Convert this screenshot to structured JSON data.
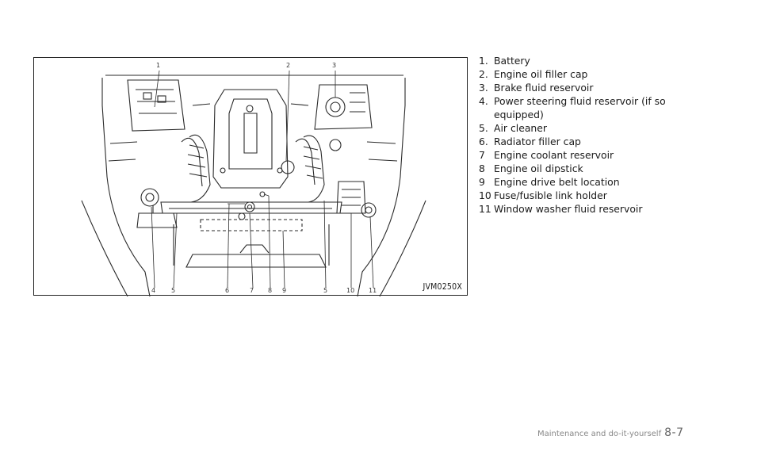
{
  "figure": {
    "code": "JVM0250X",
    "callouts_top": [
      "1",
      "2",
      "3"
    ],
    "callouts_bottom": [
      "4",
      "5",
      "6",
      "7",
      "8",
      "9",
      "5",
      "10",
      "11"
    ]
  },
  "legend": [
    {
      "num": "1.",
      "text": "Battery"
    },
    {
      "num": "2.",
      "text": "Engine oil filler cap"
    },
    {
      "num": "3.",
      "text": "Brake fluid reservoir"
    },
    {
      "num": "4.",
      "text": "Power steering fluid reservoir (if so equipped)"
    },
    {
      "num": "5.",
      "text": "Air cleaner"
    },
    {
      "num": "6.",
      "text": "Radiator filler cap"
    },
    {
      "num": "7",
      "text": "Engine coolant reservoir"
    },
    {
      "num": "8",
      "text": "Engine oil dipstick"
    },
    {
      "num": "9",
      "text": "Engine drive belt location"
    },
    {
      "num": "10",
      "text": "Fuse/fusible link holder"
    },
    {
      "num": "11",
      "text": "Window washer fluid reservoir"
    }
  ],
  "footer": {
    "section": "Maintenance and do-it-yourself",
    "page": "8-7"
  }
}
